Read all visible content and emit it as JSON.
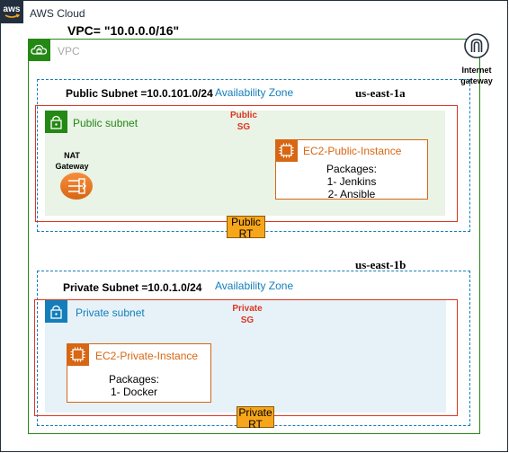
{
  "cloud": {
    "title": "AWS Cloud",
    "badge_text": "aws"
  },
  "vpc": {
    "cidr_label": "VPC= \"10.0.0.0/16\"",
    "label": "VPC"
  },
  "internet_gateway": {
    "label_line1": "Internet",
    "label_line2": "gateway"
  },
  "public_zone": {
    "cidr_label": "Public Subnet =10.0.101.0/24",
    "az_label": "Availability Zone",
    "region": "us-east-1a",
    "subnet_label": "Public subnet",
    "sg_line1": "Public",
    "sg_line2": "SG",
    "nat_line1": "NAT",
    "nat_line2": "Gateway",
    "instance": {
      "title": "EC2-Public-Instance",
      "packages_title": "Packages:",
      "packages": [
        "1- Jenkins",
        "2- Ansible"
      ]
    },
    "rt_line1": "Public",
    "rt_line2": "RT"
  },
  "private_zone": {
    "cidr_label": "Private Subnet =10.0.1.0/24",
    "az_label": "Availability Zone",
    "region": "us-east-1b",
    "subnet_label": "Private subnet",
    "sg_line1": "Private",
    "sg_line2": "SG",
    "instance": {
      "title": "EC2-Private-Instance",
      "packages_title": "Packages:",
      "packages": [
        "1- Docker"
      ]
    },
    "rt_line1": "Private",
    "rt_line2": "RT"
  },
  "colors": {
    "aws_dark": "#232f3e",
    "vpc_green": "#248814",
    "az_blue": "#147eba",
    "sg_red": "#dd3522",
    "ec2_orange": "#d86613",
    "rt_orange": "#f7a61b"
  },
  "icons": {
    "cloud": "aws-logo-icon",
    "vpc": "lock-cloud-icon",
    "subnet": "padlock-icon",
    "ec2": "chip-icon",
    "nat": "nat-gateway-icon",
    "igw": "internet-gateway-icon"
  }
}
